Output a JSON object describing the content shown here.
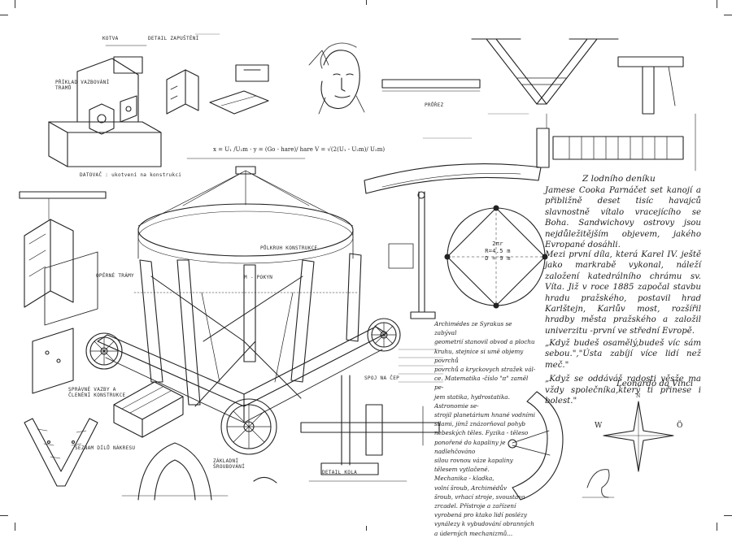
{
  "journal": {
    "title": "Z lodního deníku",
    "body": "Jamese Cooka Parnáčet set kanojí a přibližně deset tisíc havajců slavnostně vítalo vracejícího se Boha. Sandwichovy ostrovy jsou nejdůležitějším objevem, jakého Evropané dosáhli."
  },
  "history": {
    "body": "Mezi první díla, která Karel IV. ještě jako markrabě vykonal, náleží založení katedrálního chrámu sv. Víta. Již v roce 1885 započal stavbu hradu pražského, postavil hrad Karlštejn, Karlův most, rozšířil hradby města pražského a založil univerzitu -první ve střední Evropě."
  },
  "quote": {
    "line1": "„Když budeš osamělý,budeš víc sám sebou.\",\"Ústa zabíjí více lidí než meč.\"",
    "line2": "„Když se oddáváš radosti věsže ma vždy společníka,který ti přinese i bolest.\"",
    "author": "Leonardo da Vinci"
  },
  "archimedes_note": [
    "Archimédes ze Syrakus se zabýval",
    "geometrií stanovil obvod a plochu",
    "kruhu, stejnice si umě objemy povrchů",
    "povrchů a kryckovych stražek vál-",
    "ce. Matematika -číslo \"π\" zaměl pe-",
    "jem statika, hydrostatika. Astronomie se-",
    "strojil planetárium hnané vodními",
    "silami, jímž znázorňoval pohyb",
    "nebeských těles. Fyzika - těleso",
    "ponořené do kapaliny je nadlehčováno",
    "silou rovnou váze kapaliny",
    "tělesem vytlačené.",
    "Mechanika - kladka,",
    "volní šroub, Archimédův",
    "šroub, vrhací stroje, svoustava",
    "zrcadel. Přístroje a zařízení",
    "vyrobená pro ktako lidí poslézy",
    "vynálezy k vybudování obranných",
    "a úderných mechanizmů..."
  ],
  "formula": "x = U₁ /U₂m · y = (Go - hare)/ hare   V = √(2(U₁ - U₂m)/ U₂m)",
  "compass": {
    "west": "W",
    "east": "Ö",
    "north": "N"
  },
  "circle_diagram": {
    "line1": "2πr",
    "line2": "R=4.5 m",
    "line3": "D = 9 m"
  },
  "handwritten_labels": [
    {
      "text": "PŘÍKLAD VAZBOVÁNÍ TRÁMŮ"
    },
    {
      "text": "KOTVA"
    },
    {
      "text": "DETAIL ZAPUŠTĚNÍ"
    },
    {
      "text": "DATOVAČ : ukotvení na konstrukci"
    },
    {
      "text": "PŮLKRUH KONSTRUKCE"
    },
    {
      "text": "M - POKYN"
    },
    {
      "text": "OPĚRNÉ TRÁMY"
    },
    {
      "text": "SPOJ NA ČEP"
    },
    {
      "text": "SEZNAM DÍLŮ NÁKRESU"
    },
    {
      "text": "ZÁKLADNÍ ŠROUBOVÁNÍ"
    },
    {
      "text": "SPRÁVNÉ VAZBY A ČLENĚNÍ KONSTRUKCE"
    },
    {
      "text": "DETAIL KOLA"
    },
    {
      "text": "PRŮŘEZ"
    }
  ],
  "colors": {
    "ink": "#1f1f1f",
    "paper": "#ffffff",
    "pencil": "#555555"
  }
}
